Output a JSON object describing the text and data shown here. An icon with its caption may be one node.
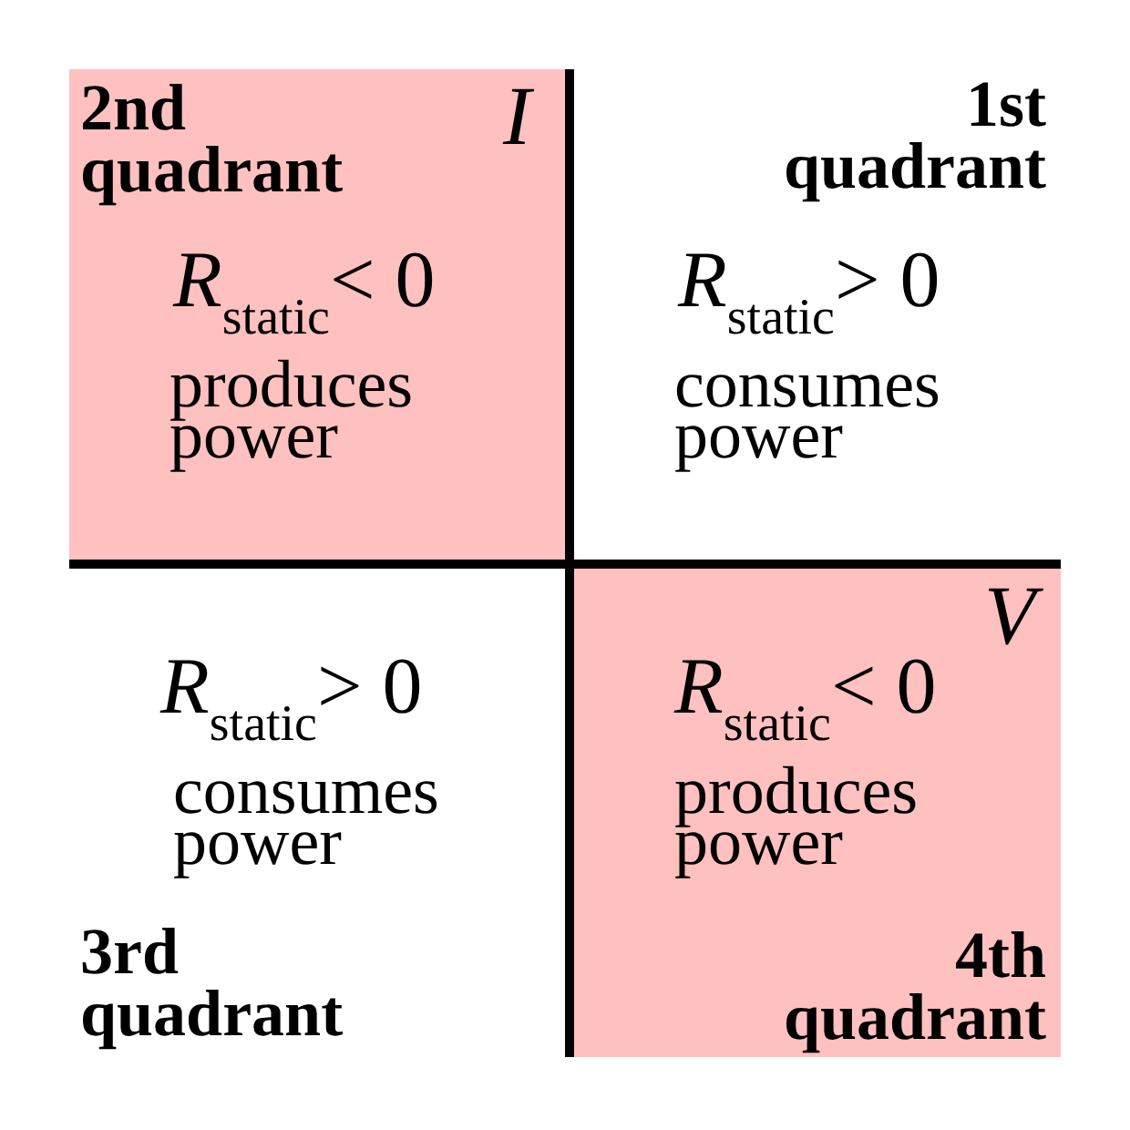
{
  "diagram": {
    "nodes": [
      {
        "text": [
          "2nd quadrant",
          "*R*$_{static}$< 0",
          "produces power"
        ]
      },
      {
        "text": [
          "1st quadrant",
          "*R*$_{static}$> 0",
          "consumes power"
        ]
      },
      {
        "text": [
          "*R*$_{static}$> 0",
          "consumes power",
          "3rd quadrant"
        ]
      },
      {
        "text": [
          "*R*$_{static}$< 0",
          "produces power",
          "4th quadrant"
        ]
      }
    ],
    "labels": [
      "I",
      "V"
    ]
  }
}
